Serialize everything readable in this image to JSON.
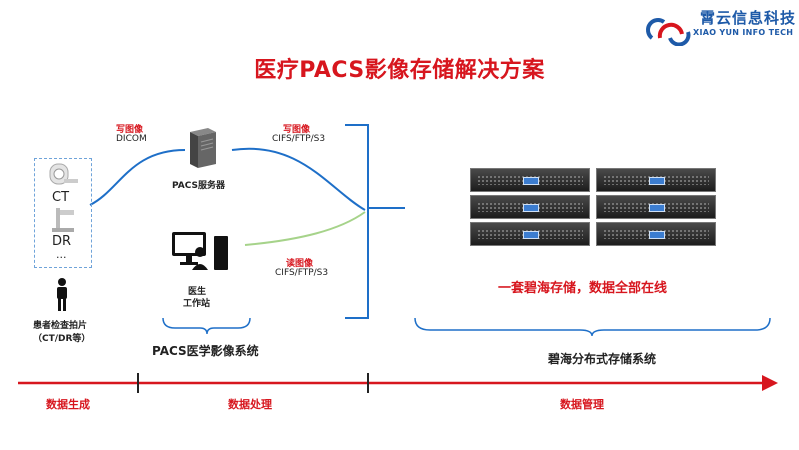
{
  "header": {
    "title": "医疗PACS影像存储解决方案",
    "logo": {
      "name_cn": "霄云信息科技",
      "name_en": "XIAO YUN INFO TECH",
      "brand_color": "#1e5aa8"
    }
  },
  "patient": {
    "modalities": [
      "CT",
      "DR",
      "..."
    ],
    "label_line1": "患者检查拍片",
    "label_line2": "（CT/DR等）"
  },
  "flows": {
    "write_to_server": {
      "title": "写图像",
      "protocol": "DICOM"
    },
    "write_to_storage": {
      "title": "写图像",
      "protocol": "CIFS/FTP/S3"
    },
    "read_from_storage": {
      "title": "读图像",
      "protocol": "CIFS/FTP/S3"
    }
  },
  "pacs": {
    "server_label": "PACS服务器",
    "workstation_line1": "医生",
    "workstation_line2": "工作站",
    "system_label": "PACS医学影像系统"
  },
  "storage": {
    "tagline": "一套碧海存储，数据全部在线",
    "system_label": "碧海分布式存储系统",
    "unit_count": 6
  },
  "timeline": {
    "phases": [
      "数据生成",
      "数据处理",
      "数据管理"
    ]
  },
  "colors": {
    "accent_red": "#d7161e",
    "line_blue": "#1e6fc8",
    "line_green": "#a6d38a"
  }
}
